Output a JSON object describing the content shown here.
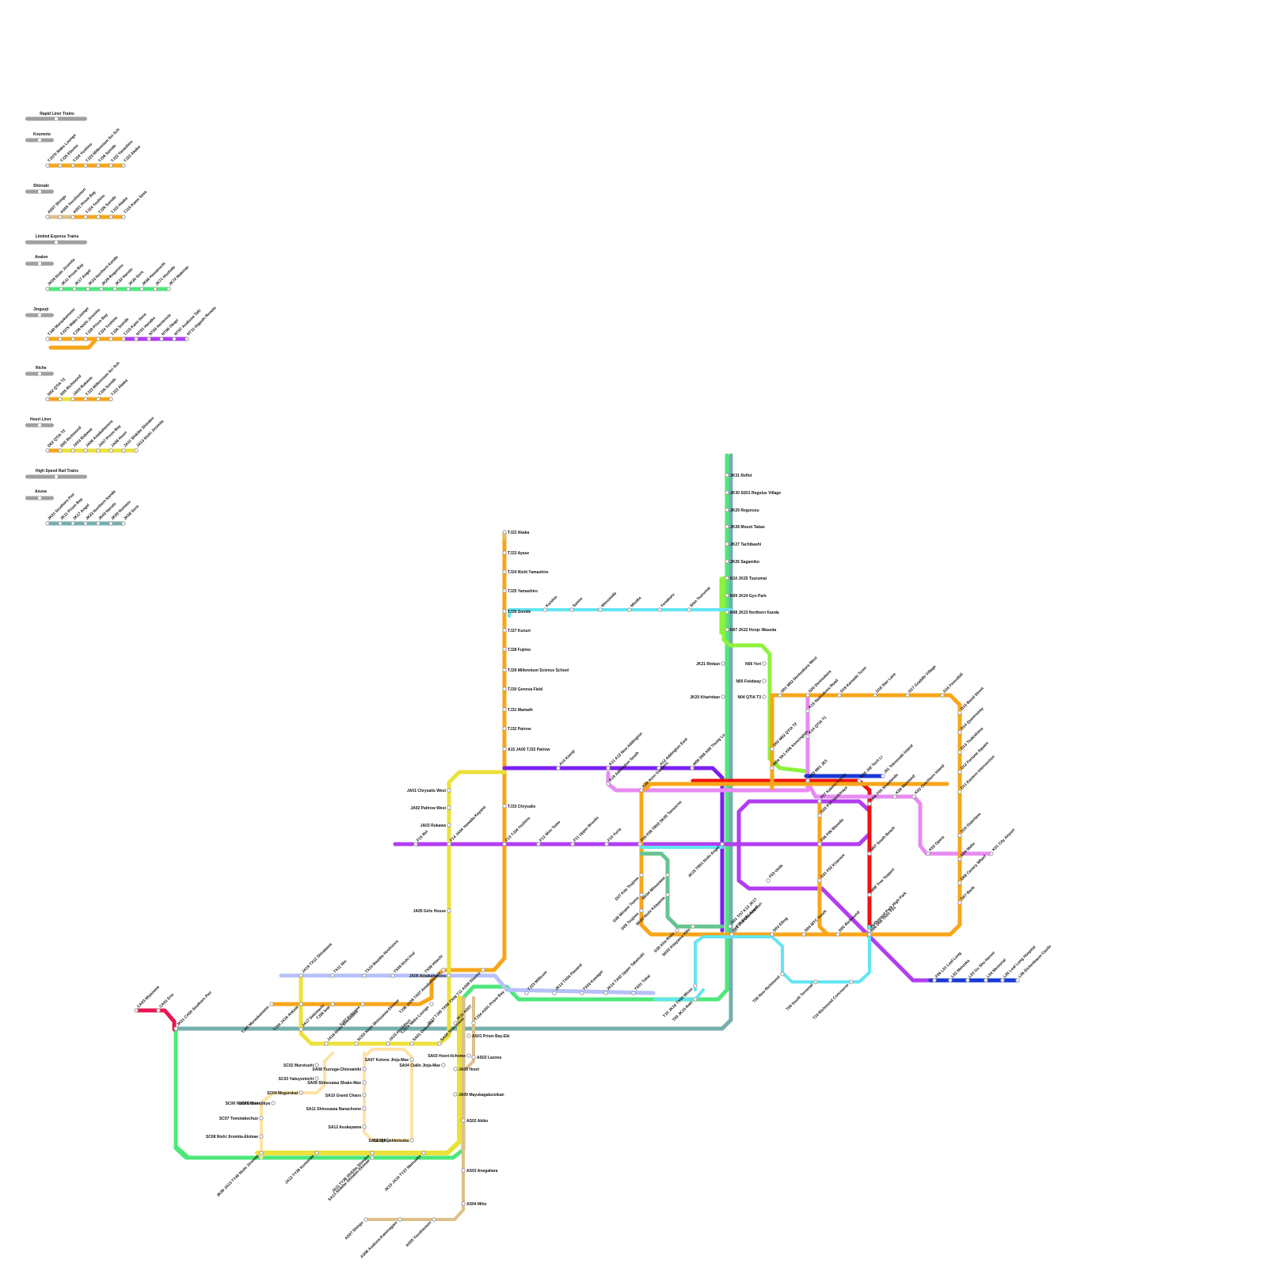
{
  "colors": {
    "orange": "#f7a619",
    "green": "#4de87a",
    "teal": "#75aeae",
    "cyan": "#63e5f2",
    "purple": "#b23df2",
    "violet": "#7a1ff2",
    "red": "#f01010",
    "pink": "#e88af2",
    "blue": "#1838d6",
    "yellow": "#ece13a",
    "lime": "#8df23c",
    "tan": "#dfbf8a",
    "cream": "#fde3a5",
    "lavender": "#b7c0f7",
    "seagreen": "#66c490",
    "crimson": "#e8174f",
    "gray": "#a0a0a0"
  },
  "legend": {
    "rapid_header": "Rapid Liner Trains",
    "koumoto": {
      "name": "Koumoto",
      "stops": [
        "TJ37X Mako Lounge",
        "TJ25 Ebumu",
        "TJ24 Yoshino",
        "TJ23 Millennium Sci Sch",
        "TJ26 Sonide",
        "TJ22 Yanashiro",
        "TJ22 Akaka"
      ]
    },
    "shinraki": {
      "name": "Shinraki",
      "stops": [
        "AS07 Shingo",
        "AS05 Yosshiomori",
        "AS01 Prism Bay",
        "TJ24 Yoshino",
        "TJ26 Sonide",
        "TJ22 Akaka",
        "TJ15 Kawa Sasa"
      ]
    },
    "limited_header": "Limited Express Trains",
    "avalon": {
      "name": "Avalon",
      "stops": [
        "JK09 Nishi Jiromita",
        "JK11 Prism Bay",
        "JK17 Angel",
        "JK23 Northern Kanda",
        "JK29 Regurusu",
        "JK32 Naruto",
        "JK35 Sora",
        "JK66 Hawanochi",
        "JK71 Hoshido",
        "JK72 Makmau"
      ]
    },
    "jinguuji": {
      "name": "Jinguuji",
      "stops": [
        "TJ40 Muraokamotoi",
        "TJ37X Mako Lounge",
        "TJ38 Nishi Jiromita",
        "TJ28 Prism Bay",
        "TJ24 Yoshino",
        "TJ26 Sonide",
        "TJ15 Kami Sasa",
        "NT01 Hanako",
        "NT03 Hortensia",
        "NT06 Okapi",
        "NT07 Asakusa Taki",
        "NT11 Higashi Renato"
      ]
    },
    "riche": {
      "name": "Riche",
      "stops": [
        "D02 QTIA T2",
        "D05 Richmond",
        "JA03 Rukawa",
        "TJ23 Millennium Sci Sch",
        "TJ26 Sonide",
        "TJ22 Akaka"
      ]
    },
    "hoori": {
      "name": "Hoori Liner",
      "stops": [
        "D02 QTIA T2",
        "D05 Richmond",
        "JA03 Rukawa",
        "JA06 Amakahanora",
        "JA07 Prism Bay",
        "JA08 Hoori",
        "JA11 Shikibe Shinden",
        "JA13 Nishi Jiromita"
      ]
    },
    "hsr_header": "High Speed Rail Trains",
    "azusa": {
      "name": "Azusa",
      "stops": [
        "JK01 Southern Pier",
        "JK11 Prism Bay",
        "JK17 Angel",
        "JK23 Northern Kanda",
        "JK43 Naruto",
        "JK50 Numazu",
        "JK58 Sora"
      ]
    }
  },
  "stations": {
    "trunk": [
      "JK31 Reflot",
      "JK30 SS01 Regulus Village",
      "JK29 Regurusu",
      "JK28 Mount Takao",
      "JK27 Tachibashi",
      "JK26 Sagamiko",
      "N10 JK25 Tsurumai",
      "N09 JK24 Gyo Park",
      "N08 JK23 Northern Kanda",
      "N07 JK22 Honjo Waseda"
    ],
    "trunk_left": [
      "JK21 Rinkan",
      "JK20 Kitarinkan"
    ],
    "lime_west": [
      "N06 Yori",
      "N05 Fieldway",
      "N04 QTIA T3"
    ],
    "tj_north": [
      "TJ22 Akaka",
      "TJ23 Ayase",
      "TJ24 Nishi Yamashiro",
      "TJ25 Yamashiro",
      "TJ26 Sonide",
      "TJ27 Kunuri",
      "TJ28 Fujimo",
      "TJ29 Millennium Science School",
      "TJ30 Genova Field",
      "TJ31 Mamath",
      "TJ32 Patrow",
      "A15 JA00 TJ33 Patrow",
      "TJ33 Chrysalis"
    ],
    "cyan_top": [
      "Kuishio",
      "Sunne",
      "Mimomido",
      "Misaka",
      "Yonakuru",
      "Shin Tsurumai"
    ],
    "violet_top": [
      "A14 Kuenji",
      "K11 A13 New Addington",
      "A12 Addington East",
      "M09 D08 A08 Thung Lo"
    ],
    "purple_mid": [
      "F15 Rel",
      "F14 JA04 Yamada-Kayano",
      "F13 TJ24 Yoshino",
      "F12 Shin Tume",
      "F11 Upper Brooks",
      "F10 Yuria",
      "F09 F08 TR02 SK05 Tansocno"
    ],
    "ja_west": [
      "JA01 Chrysalis West",
      "JA02 Paltrow West",
      "JA03 Rukawa",
      "JA05 Girls House",
      "JA06 Amakahanora"
    ],
    "orange_east": [
      "D01 M02 Dentsukura West",
      "D20 Dentsukura",
      "D19 Kamado Town",
      "D18 Star Lane",
      "D17 Graddle Village",
      "D16 Forestbill",
      "D15 Bond Street",
      "D14 Queensway",
      "D13 Tsukishima",
      "D12 Fortune Square",
      "D11 Eastern Intersection",
      "D10 Outerlane",
      "D09 Mahe",
      "D08 Canary Wharf",
      "D07 Bank"
    ],
    "orange_south": [
      "D01 T06 Shimon Dori",
      "D03 Eiling",
      "D04 MTC South",
      "D05 Richmond",
      "D06 D06 TK01 F01"
    ],
    "pink_line": [
      "K19 Addington South",
      "K18 Avsn Gardens",
      "K15 Nadsukura Road",
      "K14 QTIA T1",
      "K08 Mainland",
      "K03 Overthorn Island",
      "K02 Opera",
      "K01 City Airport"
    ],
    "red_line": [
      "M03 M01 JE3",
      "M05 J02 Tech Li",
      "J01 Teknosaki Island",
      "M06 F05 Shawlands",
      "M07 South Beach",
      "M08 Tree Teaport",
      "Hollywood Park High Park"
    ],
    "blue_east": [
      "F06 L01 Leaf Lung",
      "L02 Motooka",
      "L03 Gu Sho Harver",
      "L04 Memorial",
      "L05 Leaf Lung Hospital",
      "L06 Eichenbaum Castle"
    ],
    "cyan_south": [
      "T08 New Richmond",
      "T09 South Terminal",
      "T10 Richmond Concourse"
    ],
    "inner_loop": [
      "D02 M02 QTIA T2",
      "M04 SK1 K06 Kensington",
      "F07 Kakeru Kanda",
      "F06 F06 Waseda",
      "D25 P10 Haskinaya",
      "F03 Ueda",
      "D31 F02 Kisaraze"
    ],
    "seagreen_loop": [
      "SK04 Mitsuzawa",
      "SK03 Nishi Kitayama",
      "SK02 Kitayama Hills",
      "JK18 TR01 Nishi Angel",
      "D27 Kita Tsujimo",
      "D28 Minami Tsunu",
      "D29 Tsujimo",
      "D30 Kita Redo",
      "T10 JK16 TX09 Misao",
      "T09 JK15 Reki"
    ],
    "lower_mid": [
      "TJ23 Millicum",
      "JK13 TX04 Flavand",
      "TX03 Kawagei",
      "JK14 TX02 Upper Takatsuki",
      "TX01 Tokai",
      "D01 TO7 K13 JK17",
      "F17 SK01 Angel"
    ],
    "tj_southwest": [
      "TJ40 Muraokamotoi",
      "TJ39 JA16 Ankata",
      "TJ38 Iwai",
      "TJ37 Kokonoe",
      "TJ37X Mako Lounge",
      "TJ36 JA09 TX07 Amakahanora",
      "JA12 TJ35 TX09 TX08 T11 AS09 Ebumu"
    ],
    "lavender_line": [
      "JA19 TX12 Shirakawa",
      "TX11 Nin",
      "TX10 Mazaka Hoshizora",
      "TX09 Nishi Inui",
      "TX08 Hitachi"
    ],
    "teal_southwest": [
      "CA03 Miyazawa",
      "CA01 Erie",
      "JK01 CA00 Southern Pier",
      "JK11 AS07",
      "TJ34 AS01 Prism Bay"
    ],
    "yellow_south": [
      "JA17 Sekimachi",
      "JA16 Nishi Shinozawa",
      "SC03 Nishi Shinozawa-Ekimae",
      "JA15 Hoshibori",
      "SA01 Dokutora",
      "SA08 Shinozawa"
    ],
    "as_line": [
      "AS01 Prism Bay-Eki",
      "AS02 Lazona",
      "JA08 Hoori",
      "JA09 Mayukagakuisikan",
      "AS02 Akiko",
      "AS03 Anegahara",
      "AS04 Miho"
    ],
    "sa_line": [
      "SA03 Hoori-Itchome",
      "SA04 Ciallo Jinja-Mae",
      "SA07 Kotone Jinja-Mae",
      "SA08 Tsuruga-Chienamiki",
      "SA09 Shinosawa Shako-Mae",
      "SA10 Grand Chaos",
      "SA11 Shinosawa Nanachome",
      "SA12 Asukayama",
      "SA13 Oji",
      "SA14 Koshimizuka"
    ],
    "sc_line": [
      "SC02 Murotushi",
      "SC03 Yakuyomichi",
      "SC04 Megurokai",
      "SC05 Shinomiya",
      "SC06 Nishi Dobei",
      "SC07 Tomotakechuo",
      "SC08 Nishi Jiromita-Ekimae"
    ],
    "bottom_row": [
      "JK09 JA13 TY40 Nishi Jiromita",
      "JA12 TY39 Kumorida",
      "JA11 TY38 Shikibe Shinden",
      "SA13 Shikibe Shinden-Ekimae",
      "JK10 JA10 TY37 Matsuoka"
    ],
    "tan_bottom": [
      "AS07 Shingo",
      "AS06 Asakura-Kaminagare",
      "AS05 Yosshiomori"
    ]
  }
}
